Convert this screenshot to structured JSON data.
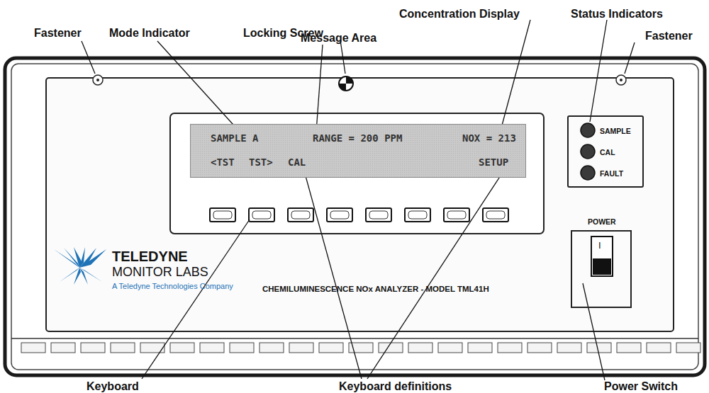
{
  "diagram": {
    "nodes": [
      {
        "text": [
          "TELEDYNE",
          "MONITOR LABS",
          "A Teledyne Technologies Company",
          "CHEMILUMINESCENCE NOx ANALYZER - MODEL TML41H"
        ]
      },
      {
        "text": [
          "SAMPLE A",
          "RANGE = 200 PPM",
          "NOX = 213",
          "<TST",
          "TST>",
          "CAL",
          "SETUP"
        ],
        "in": 0
      },
      {
        "text": [
          "SAMPLE",
          "CAL",
          "FAULT"
        ],
        "in": 0
      },
      {
        "text": [
          "POWER"
        ],
        "in": 0
      }
    ],
    "labels": [
      "Fastener",
      "Mode Indicator",
      "Locking Screw",
      "Message Area",
      "Concentration Display",
      "Status Indicators",
      "Fastener",
      "Keyboard",
      "Keyboard definitions",
      "Power Switch",
      "I"
    ]
  }
}
